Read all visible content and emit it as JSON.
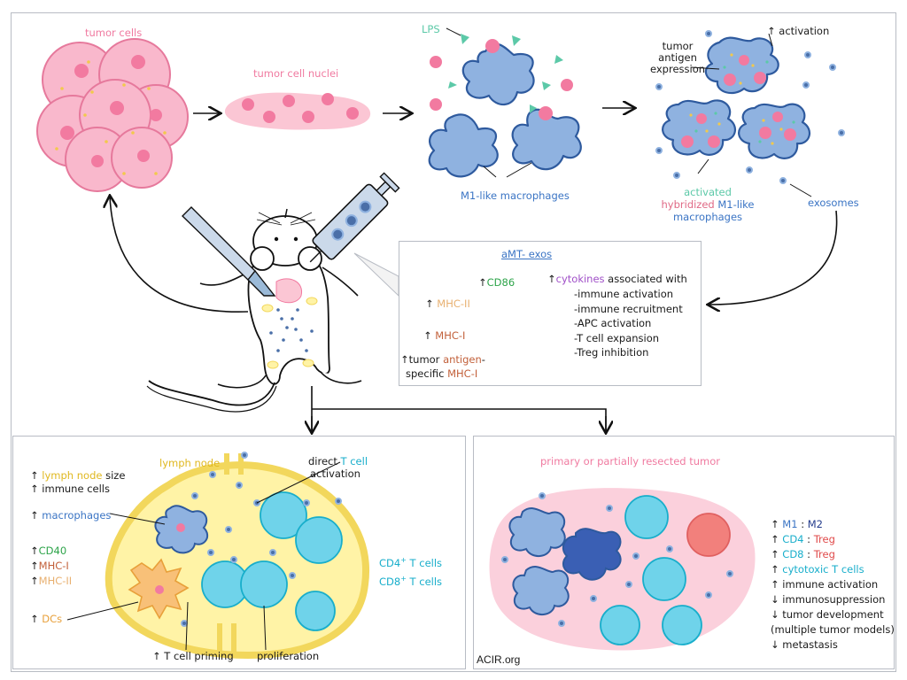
{
  "top": {
    "tumor_cells": "tumor cells",
    "tumor_cell_nuclei": "tumor cell nuclei",
    "lps": "LPS",
    "m1_macrophages": "M1-like macrophages",
    "activation_arrow": "↑",
    "activation": "activation",
    "tumor_antigen_expression": [
      "tumor",
      "antigen",
      "expression"
    ],
    "activated_hybridized": {
      "line1": "activated",
      "line2a": "hybridized",
      "line2b": " M1-like",
      "line3": "macrophages"
    },
    "exosomes": "exosomes"
  },
  "exos_panel": {
    "title": "aMT- exos",
    "cd86_arrow": "↑",
    "cd86": "CD86",
    "mhc2_arrow": "↑ ",
    "mhc2": "MHC-II",
    "mhc1_arrow": "↑ ",
    "mhc1": "MHC-I",
    "tumor_antigen": {
      "arrow": "↑",
      "word1": "tumor ",
      "word2": "antigen",
      "dash": "-",
      "line2a": "specific ",
      "line2b": "MHC-I"
    },
    "cytokines": {
      "arrow": "↑",
      "word": "cytokines",
      "rest": " associated with"
    },
    "cytokine_list": [
      "-immune activation",
      "-immune recruitment",
      "-APC activation",
      "-T cell expansion",
      "-Treg inhibition"
    ]
  },
  "lymph_panel": {
    "title": "lymph node",
    "size": {
      "arrow": "↑ ",
      "word": "lymph node",
      "rest": " size"
    },
    "immune_cells": "↑ immune cells",
    "macrophages": {
      "arrow": "↑ ",
      "word": "macrophages"
    },
    "cd40": {
      "arrow": "↑",
      "word": "CD40"
    },
    "mhc1": {
      "arrow": "↑",
      "word": "MHC-I"
    },
    "mhc2": {
      "arrow": "↑",
      "word": "MHC-II"
    },
    "dcs": {
      "arrow": "↑ ",
      "word": "DCs"
    },
    "direct_t": {
      "line1a": "direct ",
      "line1b": "T cell",
      "line2": "activation"
    },
    "cd4_t": "CD4",
    "cd8_t": "CD8",
    "t_cells": " T cells",
    "sup": "+",
    "t_priming": "↑ T cell priming",
    "proliferation": "proliferation"
  },
  "tumor_panel": {
    "title": "primary or partially  resected tumor",
    "m1m2": {
      "arrow": "↑ ",
      "a": "M1",
      "sep": " : ",
      "b": "M2"
    },
    "cd4treg": {
      "arrow": "↑ ",
      "a": "CD4",
      "sep": " : ",
      "b": "Treg"
    },
    "cd8treg": {
      "arrow": "↑ ",
      "a": "CD8",
      "sep": " : ",
      "b": "Treg"
    },
    "cytotoxic": {
      "arrow": "↑ ",
      "word": "cytotoxic T cells"
    },
    "immune_activation": "↑ immune activation",
    "immunosuppression": "↓ immunosuppression",
    "tumor_dev": "↓ tumor development",
    "multi_models": "(multiple tumor models)",
    "metastasis": "↓ metastasis",
    "credit": "ACIR.org"
  },
  "colors": {
    "tumor_fill": "#f9b8cc",
    "nucleus": "#f27aa0",
    "macrophage": "#8fb2e0",
    "macrophage_stroke": "#2e5a9e",
    "t_cell": "#6fd3ea",
    "lymph": "#fff3a6",
    "tumor_region": "#fbd0dc",
    "dc": "#f8c078",
    "teal": "#5cc9a8"
  }
}
